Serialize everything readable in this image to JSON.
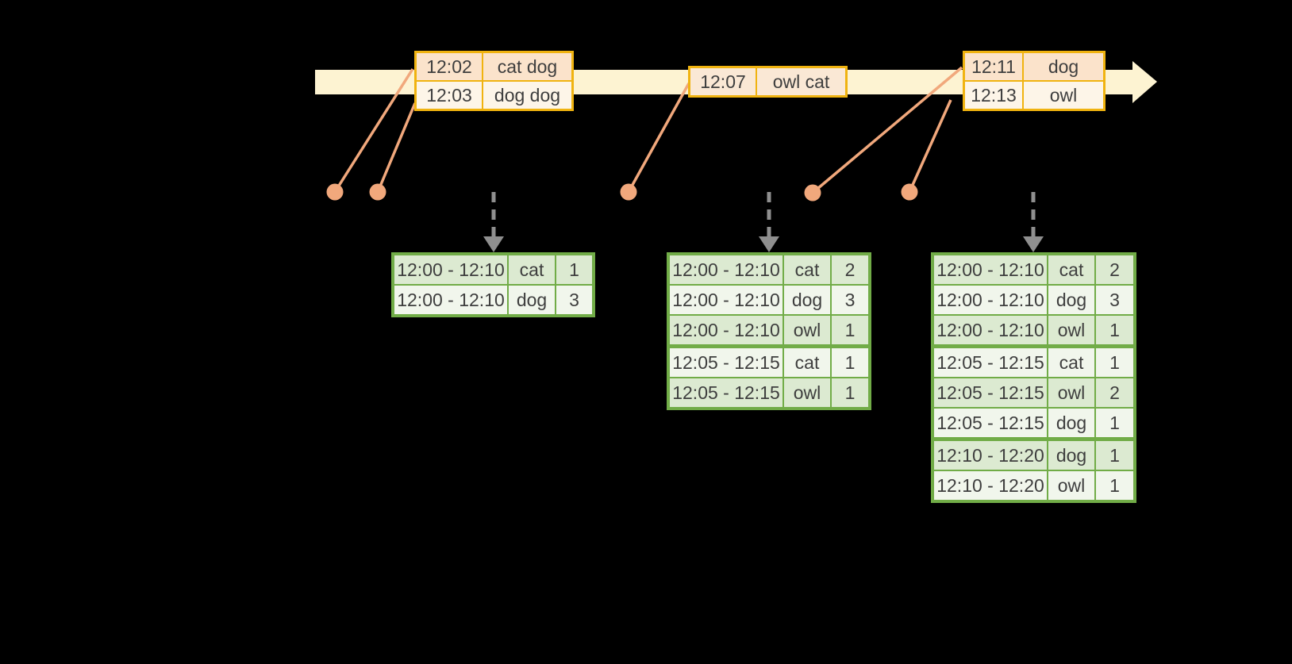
{
  "colors": {
    "background": "#000000",
    "timeline_fill": "#fdf3d2",
    "gold_border": "#f0b310",
    "event_row_peach": "#fbe3cb",
    "event_row_cream": "#fdf5e8",
    "event_row_mid": "#fae8d5",
    "salmon": "#f1a87c",
    "green_border": "#71ac47",
    "result_row_dark": "#dcead1",
    "result_row_light": "#f1f6ec",
    "arrow_gray": "#8f8f8f",
    "text": "#3e3e3e"
  },
  "timeline": {
    "event_tables": [
      {
        "rows": [
          {
            "time": "12:02",
            "words": "cat dog",
            "shade": "peach"
          },
          {
            "time": "12:03",
            "words": "dog dog",
            "shade": "cream"
          }
        ]
      },
      {
        "rows": [
          {
            "time": "12:07",
            "words": "owl cat",
            "shade": "mid"
          }
        ]
      },
      {
        "rows": [
          {
            "time": "12:11",
            "words": "dog",
            "shade": "peach"
          },
          {
            "time": "12:13",
            "words": "owl",
            "shade": "cream"
          }
        ]
      }
    ]
  },
  "result_tables": [
    {
      "groups": [
        [
          {
            "window": "12:00 - 12:10",
            "word": "cat",
            "count": "1"
          },
          {
            "window": "12:00 - 12:10",
            "word": "dog",
            "count": "3"
          }
        ]
      ]
    },
    {
      "groups": [
        [
          {
            "window": "12:00 - 12:10",
            "word": "cat",
            "count": "2"
          },
          {
            "window": "12:00 - 12:10",
            "word": "dog",
            "count": "3"
          },
          {
            "window": "12:00 - 12:10",
            "word": "owl",
            "count": "1"
          }
        ],
        [
          {
            "window": "12:05 - 12:15",
            "word": "cat",
            "count": "1"
          },
          {
            "window": "12:05 - 12:15",
            "word": "owl",
            "count": "1"
          }
        ]
      ]
    },
    {
      "groups": [
        [
          {
            "window": "12:00 - 12:10",
            "word": "cat",
            "count": "2"
          },
          {
            "window": "12:00 - 12:10",
            "word": "dog",
            "count": "3"
          },
          {
            "window": "12:00 - 12:10",
            "word": "owl",
            "count": "1"
          }
        ],
        [
          {
            "window": "12:05 - 12:15",
            "word": "cat",
            "count": "1"
          },
          {
            "window": "12:05 - 12:15",
            "word": "owl",
            "count": "2"
          },
          {
            "window": "12:05 - 12:15",
            "word": "dog",
            "count": "1"
          }
        ],
        [
          {
            "window": "12:10 - 12:20",
            "word": "dog",
            "count": "1"
          },
          {
            "window": "12:10 - 12:20",
            "word": "owl",
            "count": "1"
          }
        ]
      ]
    }
  ]
}
